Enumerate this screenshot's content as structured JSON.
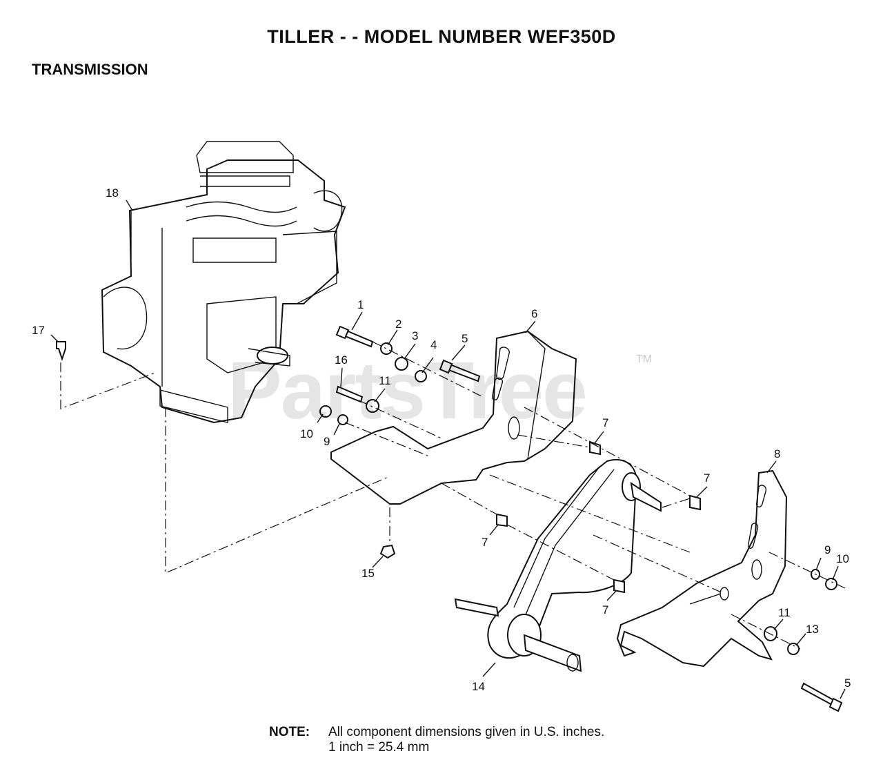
{
  "title": "TILLER - - MODEL NUMBER WEF350D",
  "subtitle": "TRANSMISSION",
  "watermark": "PartsTree",
  "trademark": "TM",
  "note": {
    "label": "NOTE:",
    "line1": "All component dimensions given in U.S. inches.",
    "line2": "1 inch = 25.4 mm"
  },
  "callouts": [
    "1",
    "2",
    "3",
    "4",
    "5",
    "6",
    "16",
    "11",
    "10",
    "9",
    "7",
    "7",
    "7",
    "7",
    "8",
    "9",
    "10",
    "11",
    "13",
    "5",
    "14",
    "15",
    "17",
    "18"
  ]
}
